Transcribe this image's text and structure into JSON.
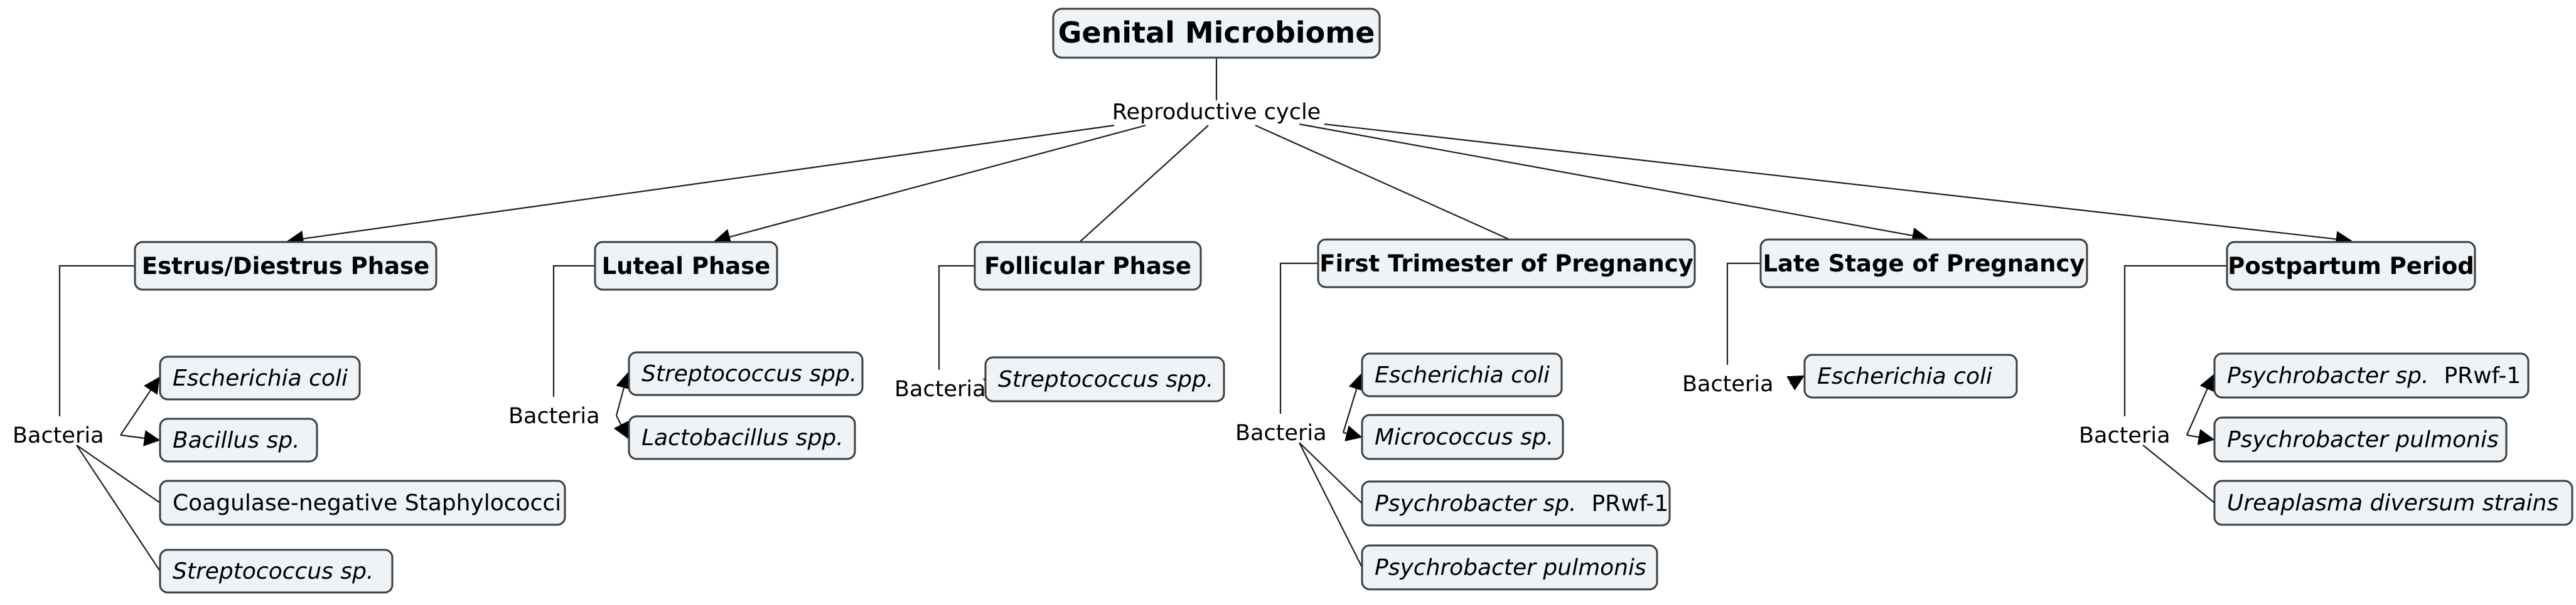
{
  "title": "Genital Microbiome",
  "hub": "Reproductive cycle",
  "bacteria_label": "Bacteria",
  "phases": [
    {
      "label": "Estrus/Diestrus Phase",
      "bacteria": [
        {
          "text": "Escherichia coli",
          "italic": true
        },
        {
          "text": "Bacillus sp.",
          "italic": true
        },
        {
          "text": "Coagulase-negative Staphylococci",
          "italic": false
        },
        {
          "text": "Streptococcus sp.",
          "italic": true
        }
      ]
    },
    {
      "label": "Luteal Phase",
      "bacteria": [
        {
          "text": "Streptococcus spp.",
          "italic": true
        },
        {
          "text": "Lactobacillus spp.",
          "italic": true
        }
      ]
    },
    {
      "label": "Follicular Phase",
      "bacteria": [
        {
          "text": "Streptococcus spp.",
          "italic": true
        }
      ]
    },
    {
      "label": "First Trimester of Pregnancy",
      "bacteria": [
        {
          "text": "Escherichia coli",
          "italic": true
        },
        {
          "text": "Micrococcus sp.",
          "italic": true
        },
        {
          "text": "Psychrobacter sp.",
          "italic": true,
          "suffix": "PRwf-1"
        },
        {
          "text": "Psychrobacter pulmonis",
          "italic": true
        }
      ]
    },
    {
      "label": "Late Stage of Pregnancy",
      "bacteria": [
        {
          "text": "Escherichia coli",
          "italic": true
        }
      ]
    },
    {
      "label": "Postpartum Period",
      "bacteria": [
        {
          "text": "Psychrobacter sp.",
          "italic": true,
          "suffix": "PRwf-1"
        },
        {
          "text": "Psychrobacter pulmonis",
          "italic": true
        },
        {
          "text": "Ureaplasma diversum strains",
          "italic": true
        }
      ]
    }
  ]
}
